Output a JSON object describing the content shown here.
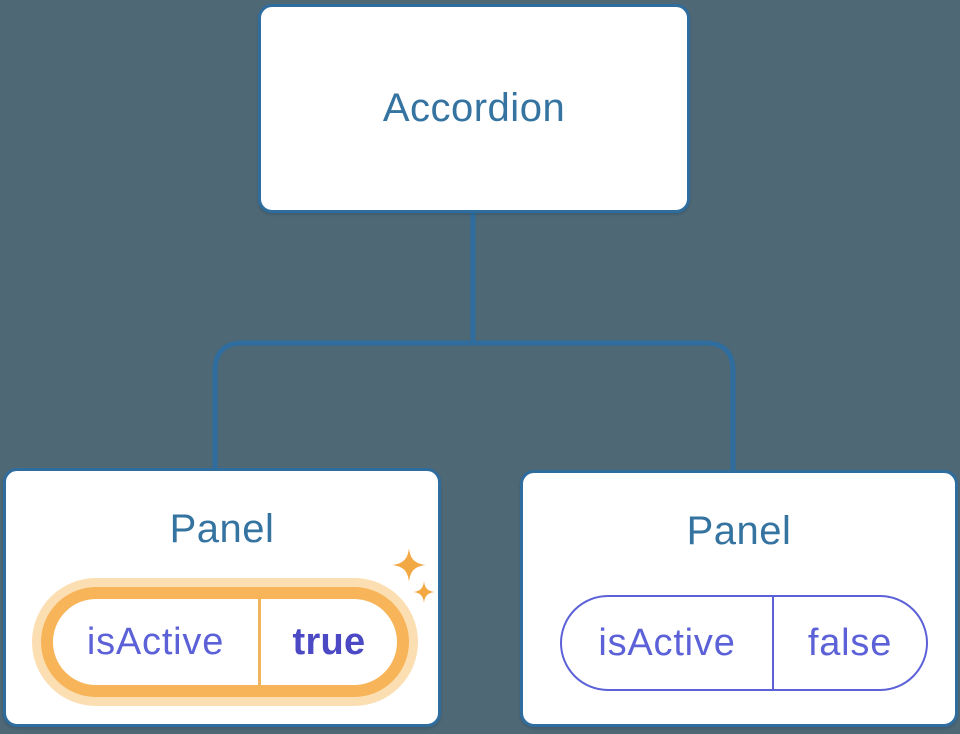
{
  "diagram": {
    "background_color": "#4E6876",
    "node_border_color": "#2E6D9E",
    "title_color": "#3573A0",
    "state_text_color": "#5C61D8",
    "state_value_active_color": "#4B49C4",
    "highlight_border_color": "#F7B459",
    "highlight_halo_color": "#FBDFB2",
    "sparkle_color": "#F2A843",
    "root": {
      "label": "Accordion"
    },
    "panels": [
      {
        "title": "Panel",
        "prop_name": "isActive",
        "prop_value": "true",
        "highlighted": true
      },
      {
        "title": "Panel",
        "prop_name": "isActive",
        "prop_value": "false",
        "highlighted": false
      }
    ]
  }
}
